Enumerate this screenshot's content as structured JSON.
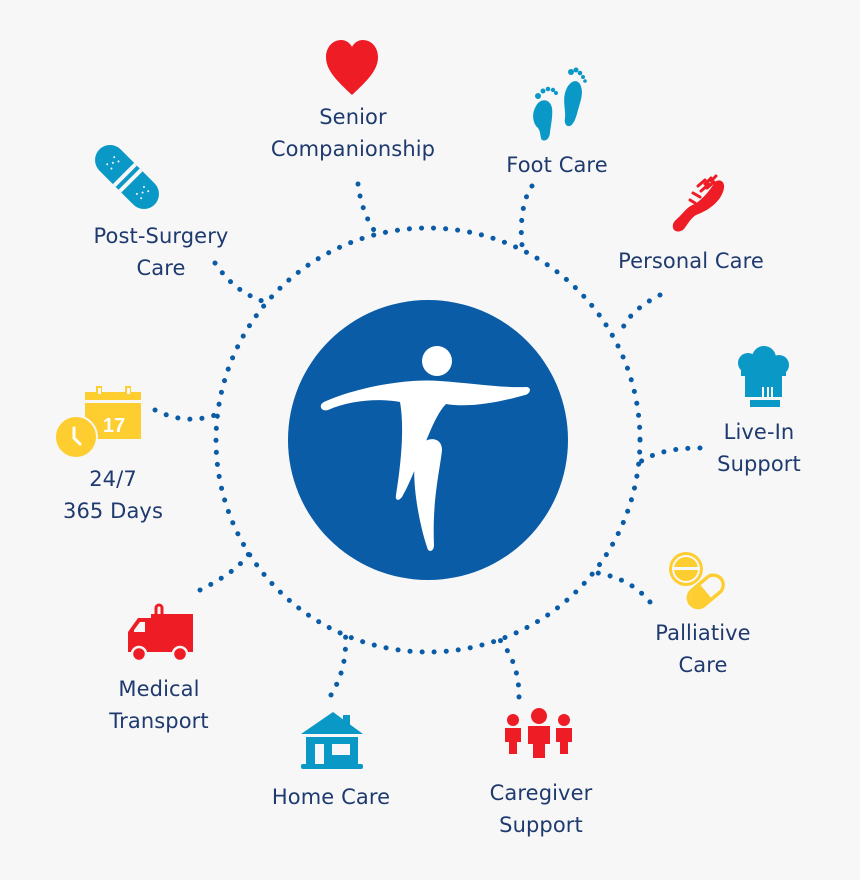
{
  "diagram": {
    "title": "Home care services wheel",
    "center": {
      "icon": "person-balancing-logo-icon",
      "color": "#0a5ca6"
    },
    "colors": {
      "background": "#f7f7f8",
      "text": "#1e3a6e",
      "connector": "#0a5ca6",
      "red": "#ee1c25",
      "teal": "#0a98c6",
      "yellow": "#fecd2f"
    },
    "services": [
      {
        "id": "senior-companionship",
        "icon": "heart-icon",
        "lines": [
          "Senior",
          "Companionship"
        ]
      },
      {
        "id": "foot-care",
        "icon": "footprints-icon",
        "lines": [
          "Foot Care"
        ]
      },
      {
        "id": "personal-care",
        "icon": "hairbrush-icon",
        "lines": [
          "Personal Care"
        ]
      },
      {
        "id": "live-in-support",
        "icon": "chef-hat-icon",
        "lines": [
          "Live-In",
          "Support"
        ]
      },
      {
        "id": "palliative-care",
        "icon": "pills-icon",
        "lines": [
          "Palliative",
          "Care"
        ]
      },
      {
        "id": "caregiver-support",
        "icon": "people-group-icon",
        "lines": [
          "Caregiver",
          "Support"
        ]
      },
      {
        "id": "home-care",
        "icon": "house-icon",
        "lines": [
          "Home Care"
        ]
      },
      {
        "id": "medical-transport",
        "icon": "truck-icon",
        "lines": [
          "Medical",
          "Transport"
        ]
      },
      {
        "id": "24-7",
        "icon": "calendar-clock-icon",
        "lines": [
          "24/7",
          "365 Days"
        ],
        "calendar_day": "17"
      },
      {
        "id": "post-surgery-care",
        "icon": "bandage-icon",
        "lines": [
          "Post-Surgery",
          "Care"
        ]
      }
    ]
  }
}
